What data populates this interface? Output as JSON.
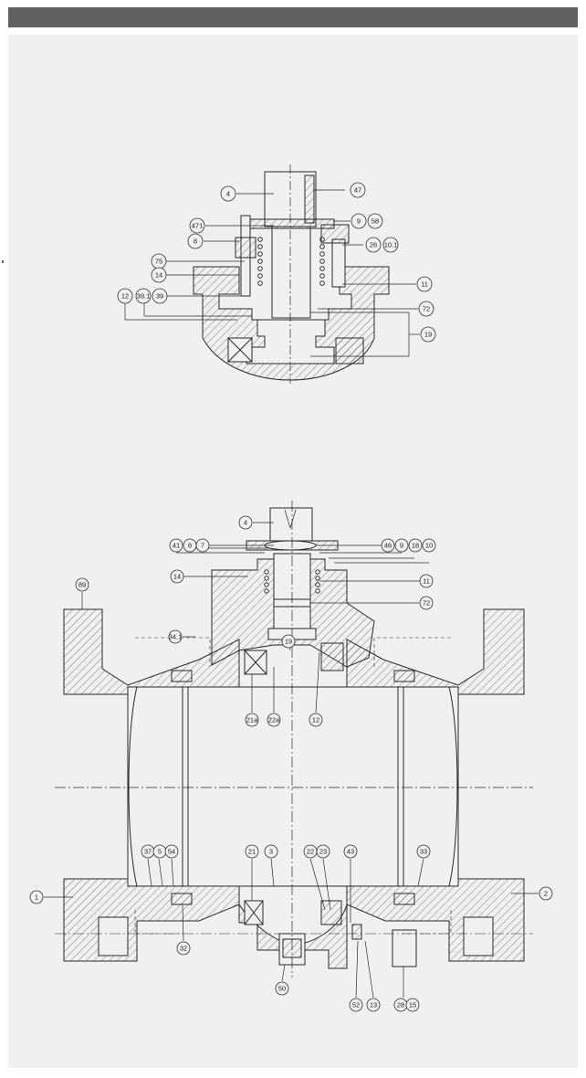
{
  "top_detail": {
    "labels": [
      "4",
      "47",
      "9",
      "58",
      "471",
      "8",
      "26",
      "10.1",
      "75",
      "14",
      "11",
      "12",
      "39.1",
      "39",
      "72",
      "19"
    ]
  },
  "main_section": {
    "labels": [
      "4",
      "41",
      "8",
      "7",
      "46",
      "9",
      "18",
      "10",
      "14",
      "11",
      "89",
      "72",
      "34.1",
      "19",
      "21a",
      "22a",
      "12",
      "1",
      "2",
      "37",
      "5",
      "54",
      "21",
      "3",
      "22",
      "23",
      "43",
      "33",
      "32",
      "50",
      "52",
      "13",
      "28",
      "15"
    ]
  },
  "colors": {
    "bar": "#5f6062",
    "panel": "#f0f0f1",
    "line": "#2a2a2a"
  }
}
